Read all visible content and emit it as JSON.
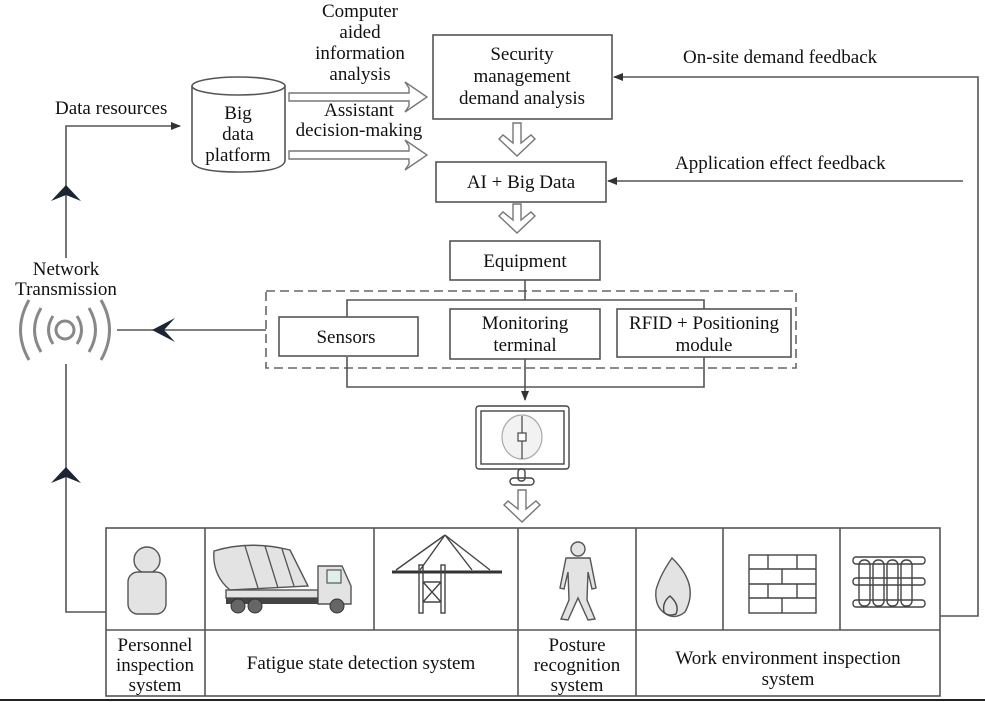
{
  "diagram": {
    "type": "flowchart",
    "nodes": {
      "big_data_platform": [
        "Big",
        "data",
        "platform"
      ],
      "security_demand": [
        "Security",
        "management",
        "demand analysis"
      ],
      "ai_big_data": "AI + Big Data",
      "equipment": "Equipment",
      "sensors": "Sensors",
      "monitoring_terminal": [
        "Monitoring",
        "terminal"
      ],
      "rfid_module": [
        "RFID + Positioning",
        "module"
      ],
      "network_transmission": [
        "Network",
        "Transmission"
      ]
    },
    "edge_labels": {
      "computer_aided": [
        "Computer",
        "aided",
        "information",
        "analysis"
      ],
      "assistant_decision": [
        "Assistant",
        "decision-making"
      ],
      "data_resources": "Data resources",
      "onsite_feedback": "On-site demand feedback",
      "application_feedback": "Application effect feedback"
    },
    "systems": [
      {
        "label": [
          "Personnel",
          "inspection",
          "system"
        ],
        "icons": [
          "person-icon"
        ]
      },
      {
        "label": [
          "Fatigue state detection system"
        ],
        "icons": [
          "mixer-truck-icon",
          "tower-crane-icon"
        ]
      },
      {
        "label": [
          "Posture",
          "recognition",
          "system"
        ],
        "icons": [
          "human-figure-icon"
        ]
      },
      {
        "label": [
          "Work environment inspection",
          "system"
        ],
        "icons": [
          "flame-icon",
          "brick-wall-icon",
          "scaffold-icon"
        ]
      }
    ],
    "colors": {
      "line": "#555555",
      "arrowhead": "#1b2533",
      "icon_fill": "#e3e3e3"
    }
  }
}
